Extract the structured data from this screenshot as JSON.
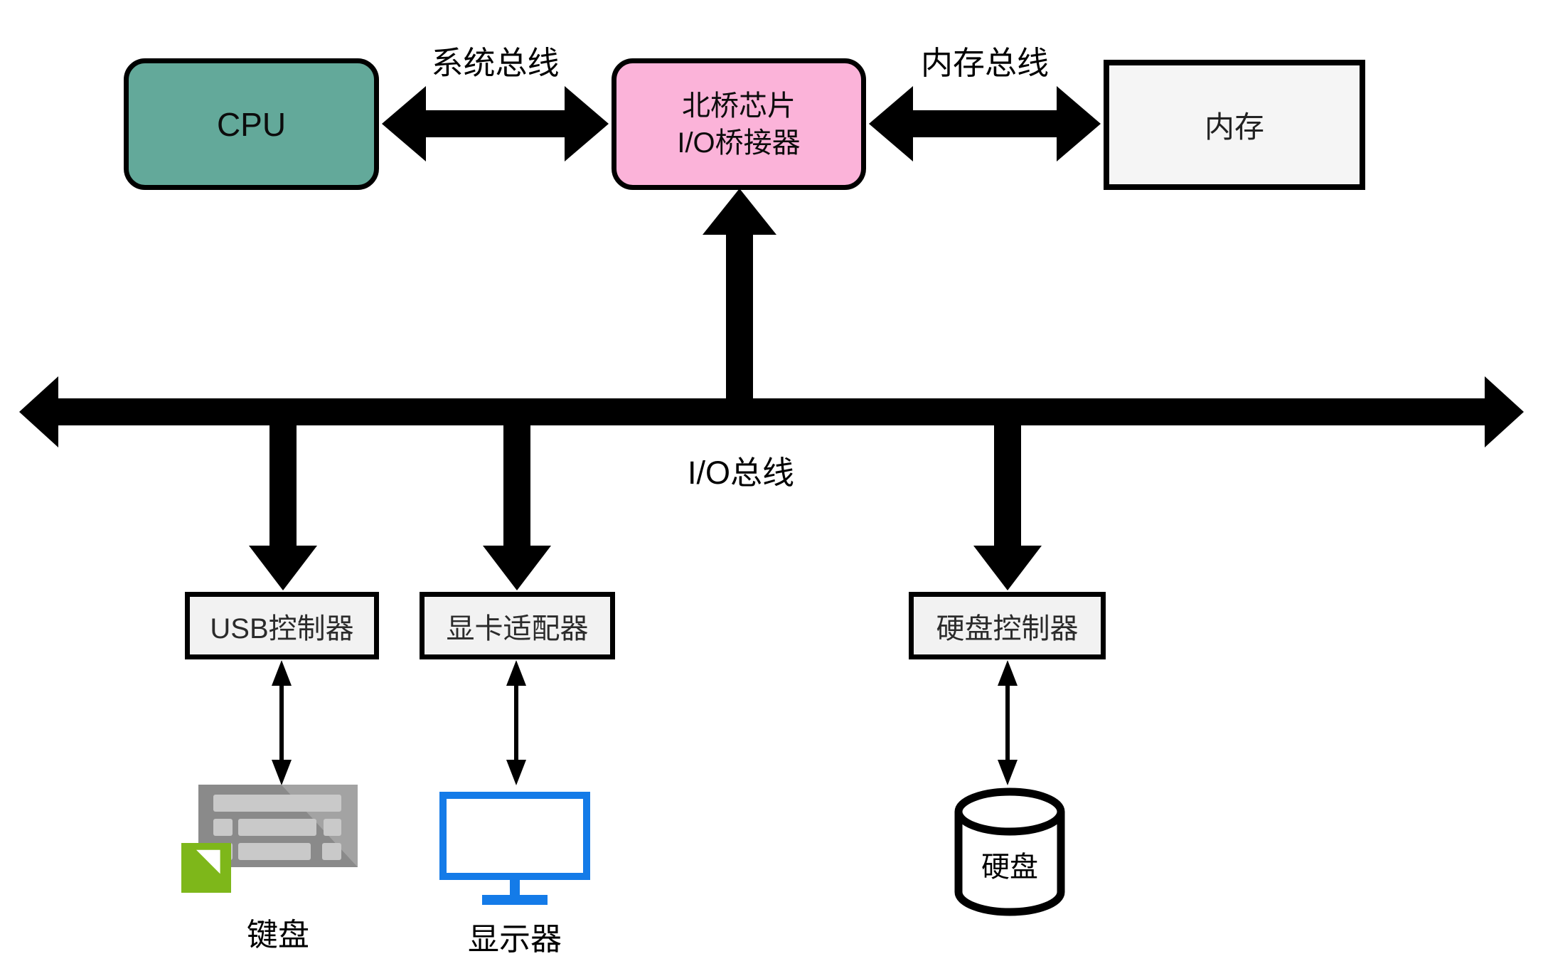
{
  "nodes": {
    "cpu": {
      "label": "CPU",
      "fill": "#63a99a"
    },
    "northbridge": {
      "label_line1": "北桥芯片",
      "label_line2": "I/O桥接器",
      "fill": "#fbb3d9"
    },
    "memory": {
      "label": "内存",
      "fill": "#f5f5f5"
    },
    "usb_controller": {
      "label": "USB控制器",
      "fill": "#f2f2f2"
    },
    "graphics_adapter": {
      "label": "显卡适配器",
      "fill": "#f2f2f2"
    },
    "disk_controller": {
      "label": "硬盘控制器",
      "fill": "#f2f2f2"
    },
    "keyboard": {
      "label": "键盘",
      "icon": "keyboard-icon"
    },
    "monitor": {
      "label": "显示器",
      "icon": "monitor-icon"
    },
    "hard_disk": {
      "label": "硬盘",
      "icon": "disk-cylinder-icon"
    }
  },
  "buses": {
    "system_bus": "系统总线",
    "memory_bus": "内存总线",
    "io_bus": "I/O总线"
  },
  "colors": {
    "arrow_black": "#000000",
    "cpu_teal": "#63a99a",
    "northbridge_pink": "#fbb3d9",
    "memory_gray": "#f5f5f5",
    "controller_gray": "#f2f2f2",
    "monitor_blue": "#147be8",
    "keyboard_gray": "#8a8a8a",
    "keyboard_sheen": "#a3a3a3",
    "key_gray": "#c9c9c9",
    "badge_green": "#7eb71a"
  }
}
